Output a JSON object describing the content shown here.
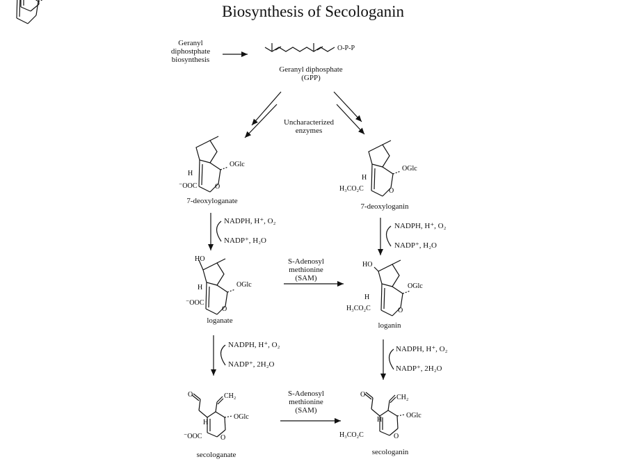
{
  "title": "Biosynthesis of Secologanin",
  "source_lines": [
    "Geranyl",
    "diphostphate",
    "biosynthesis"
  ],
  "gpp": {
    "name": "Geranyl diphosphate",
    "abbr": "(GPP)",
    "group": "O-P-P"
  },
  "enzymes_lines": [
    "Uncharacterized",
    "enzymes"
  ],
  "compounds": {
    "deoxyloganate": "7-deoxyloganate",
    "deoxyloganin": "7-deoxyloganin",
    "loganate": "loganate",
    "loganin": "loganin",
    "secologanate": "secologanate",
    "secologanin": "secologanin"
  },
  "groups": {
    "oglc": "OGlc",
    "carboxylate": "⁻OOC",
    "methyl_ester": "H₃CO₂C",
    "h": "H",
    "ho": "HO",
    "o": "O",
    "vinyl": "CH₂"
  },
  "step1": {
    "in": "NADPH, H⁺, O₂",
    "out": "NADP⁺, H₂O"
  },
  "step2": {
    "in": "NADPH, H⁺, O₂",
    "out": "NADP⁺, 2H₂O"
  },
  "sam_lines": [
    "S-Adenosyl",
    "methionine",
    "(SAM)"
  ]
}
